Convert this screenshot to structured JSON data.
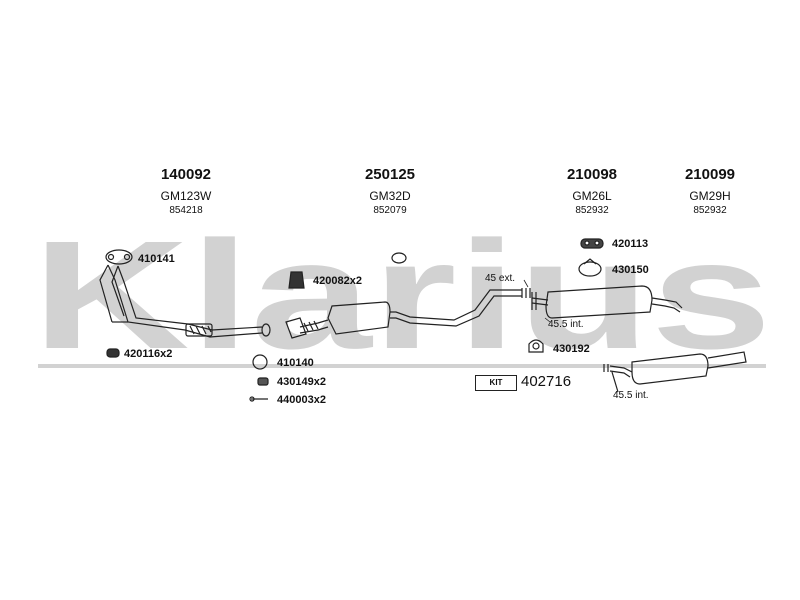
{
  "watermark": {
    "text": "Klarius"
  },
  "sections": [
    {
      "part": "140092",
      "code": "GM123W",
      "ref": "854218"
    },
    {
      "part": "250125",
      "code": "GM32D",
      "ref": "852079"
    },
    {
      "part": "210098",
      "code": "GM26L",
      "ref": "852932"
    },
    {
      "part": "210099",
      "code": "GM29H",
      "ref": "852932"
    }
  ],
  "fittings": {
    "f410141": "410141",
    "f420116": "420116x2",
    "f420082": "420082x2",
    "f410140": "410140",
    "f430149": "430149x2",
    "f440003": "440003x2",
    "f420113": "420113",
    "f430150": "430150",
    "f430192": "430192"
  },
  "notes": {
    "ext": "45 ext.",
    "int1": "45.5 int.",
    "int2": "45.5 int."
  },
  "kit": {
    "label": "KIT",
    "number": "402716"
  },
  "colors": {
    "watermark": "#d2d2d2",
    "line": "#222222"
  }
}
